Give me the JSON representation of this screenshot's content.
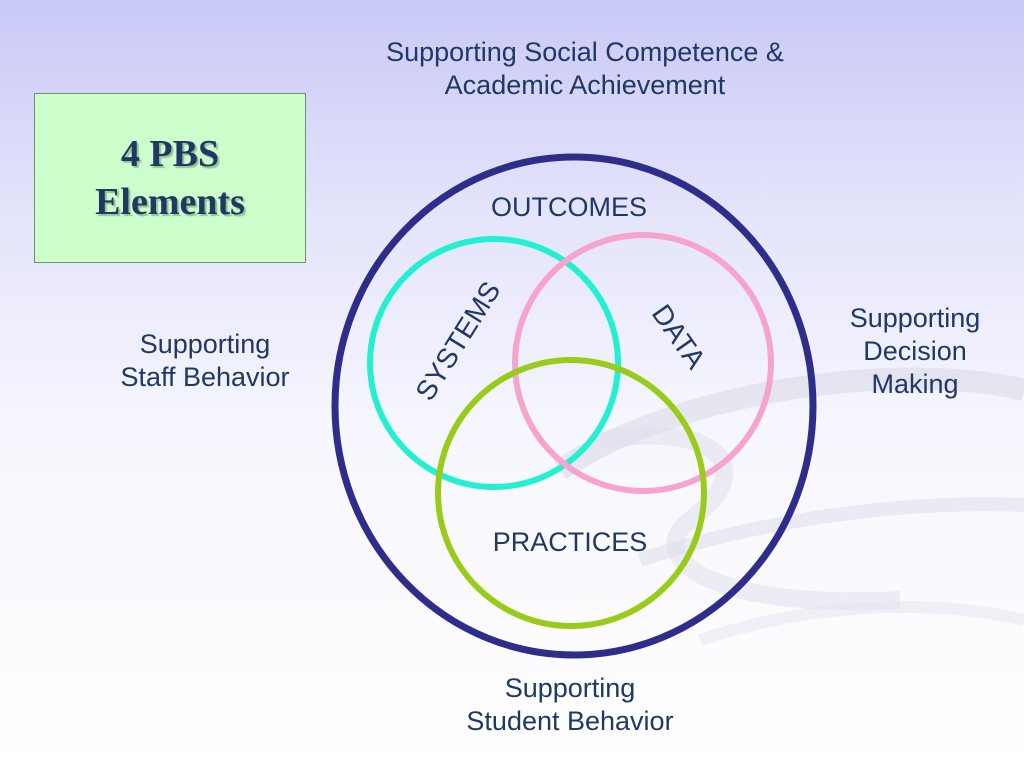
{
  "title_box": {
    "line1": "4 PBS",
    "line2": "Elements"
  },
  "top_label": {
    "line1": "Supporting Social Competence &",
    "line2": "Academic Achievement"
  },
  "left_label": {
    "line1": "Supporting",
    "line2": "Staff Behavior"
  },
  "right_label": {
    "line1": "Supporting",
    "line2": "Decision",
    "line3": "Making"
  },
  "bottom_label": {
    "line1": "Supporting",
    "line2": "Student Behavior"
  },
  "diagram": {
    "outer_label": "OUTCOMES",
    "systems_label": "SYSTEMS",
    "data_label": "DATA",
    "practices_label": "PRACTICES",
    "colors": {
      "outer": "#2e2e8a",
      "systems": "#22f0d0",
      "data": "#f7a3cf",
      "practices": "#99cc1a",
      "title_box_fill": "#ccffcc",
      "text": "#1f3864"
    }
  }
}
